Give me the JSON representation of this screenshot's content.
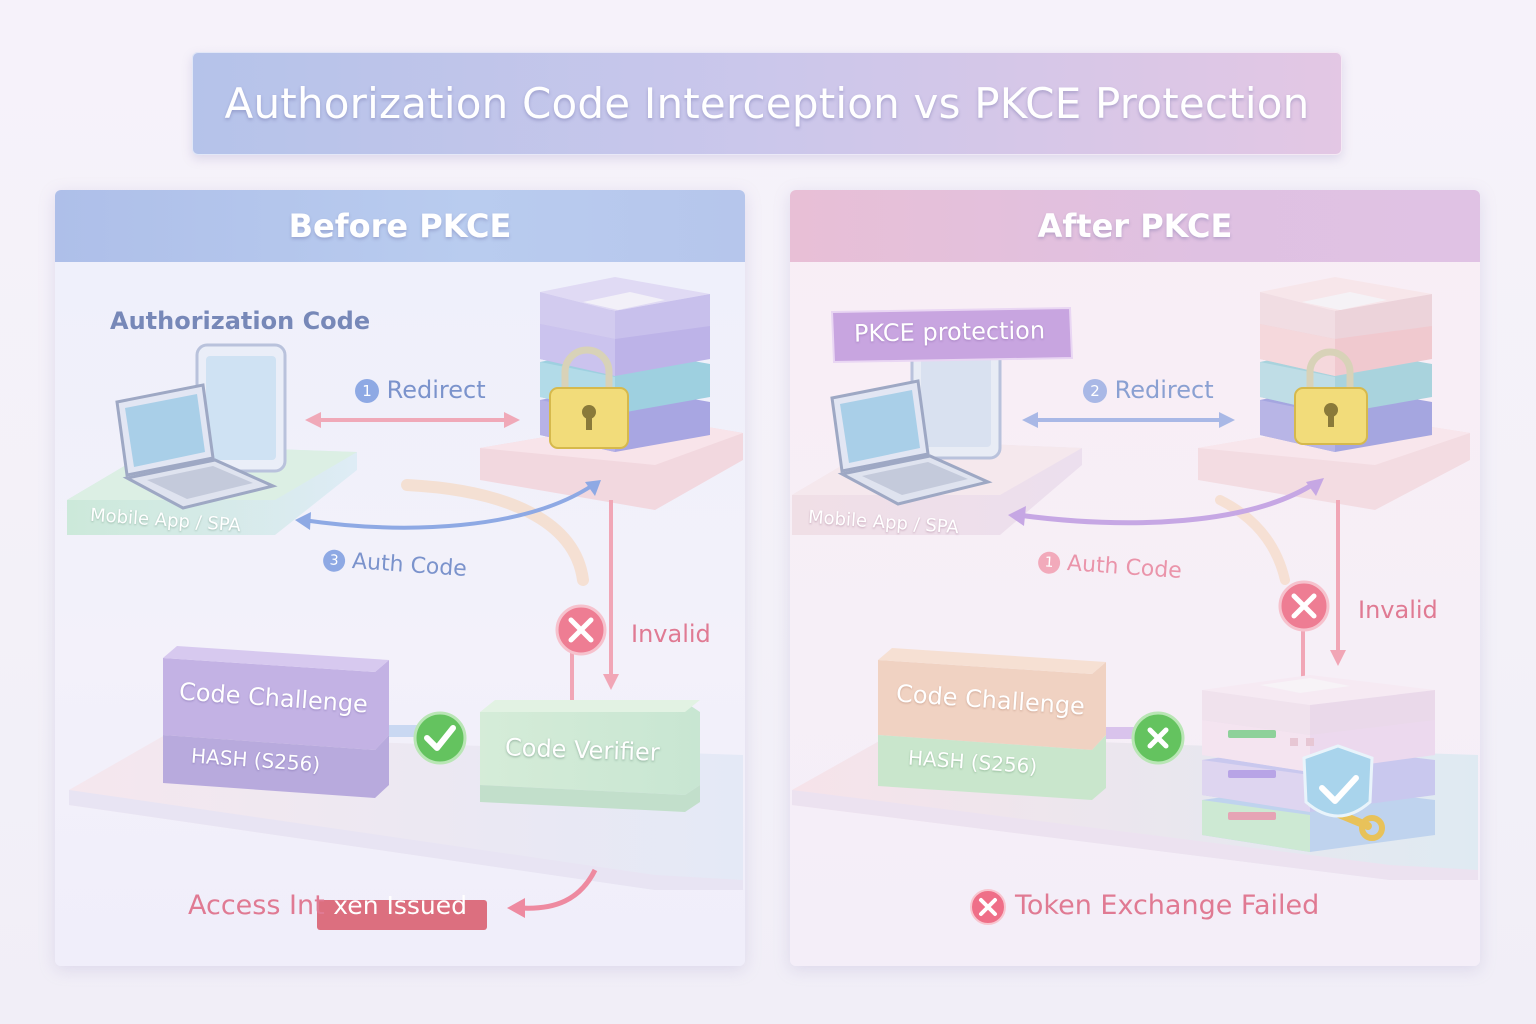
{
  "title": "Authorization Code Interception vs PKCE Protection",
  "before": {
    "heading": "Before PKCE",
    "authorization_code_label": "Authorization Code",
    "client_label": "Mobile App / SPA",
    "redirect_num": "1",
    "redirect_label": "Redirect",
    "authcode_num": "3",
    "authcode_label": "Auth Code",
    "invalid_label": "Invalid",
    "code_challenge": "Code Challenge",
    "hash": "HASH (S256)",
    "code_verifier": "Code Verifier",
    "result_part1": "Access Int",
    "result_part2": "xen Issued"
  },
  "after": {
    "heading": "After PKCE",
    "pkce_tag": "PKCE protection",
    "client_label": "Mobile App / SPA",
    "redirect_num": "2",
    "redirect_label": "Redirect",
    "authcode_num": "1",
    "authcode_label": "Auth Code",
    "invalid_label": "Invalid",
    "code_challenge": "Code Challenge",
    "hash": "HASH (S256)",
    "result_label": "Token Exchange Failed"
  },
  "colors": {
    "blue_accent": "#6f8fd6",
    "red_accent": "#e06a86",
    "green_check": "#5fbf5a"
  }
}
